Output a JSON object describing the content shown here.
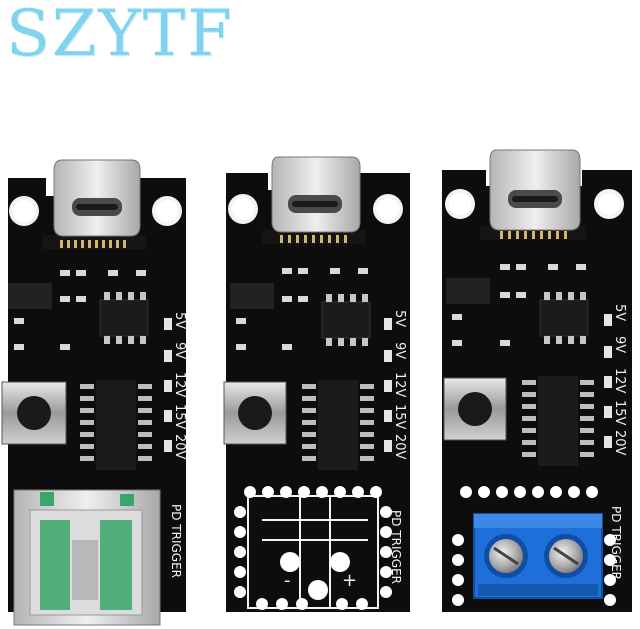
{
  "brand": {
    "logo_text": "SZYTF"
  },
  "colors": {
    "pcb": "#0d0d0d",
    "pcb_edge": "#1a1a1a",
    "silkscreen": "#f2f2f2",
    "metal": "#c9c9c9",
    "terminal_blue": "#1e6fd9",
    "usb_pad_green": "#3aa66a",
    "logo_blue": "#7fd3ee"
  },
  "boards": [
    {
      "id": "usb-a-variant",
      "voltages": [
        "5V",
        "9V",
        "12V",
        "15V",
        "20V"
      ],
      "label": "PD TRIGGER",
      "output": "usb-a-female"
    },
    {
      "id": "solder-pad-variant",
      "voltages": [
        "5V",
        "9V",
        "12V",
        "15V",
        "20V"
      ],
      "label": "PD TRIGGER",
      "output": "solder-pads",
      "polarity": [
        "-",
        "+"
      ]
    },
    {
      "id": "screw-terminal-variant",
      "voltages": [
        "5V",
        "9V",
        "12V",
        "15V",
        "20V"
      ],
      "label": "PD TRIGGER",
      "output": "screw-terminal"
    }
  ]
}
